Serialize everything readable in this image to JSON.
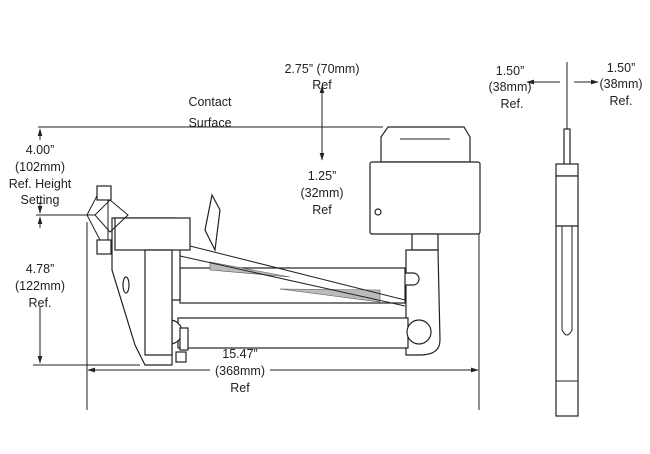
{
  "contact_surface": {
    "line1": "Contact",
    "line2": "Surface"
  },
  "dim_height_setting": {
    "value": "4.00”",
    "metric": "(102mm)",
    "note1": "Ref. Height",
    "note2": "Setting"
  },
  "dim_lower_height": {
    "value": "4.78”",
    "metric": "(122mm)",
    "note": "Ref."
  },
  "dim_length": {
    "value": "15.47”",
    "metric": "(368mm)",
    "note": "Ref"
  },
  "dim_travel_up": {
    "value": "2.75” (70mm)",
    "note": "Ref"
  },
  "dim_travel_down": {
    "value": "1.25”",
    "metric": "(32mm)",
    "note": "Ref"
  },
  "dim_side_left": {
    "value": "1.50”",
    "metric": "(38mm)",
    "note": "Ref."
  },
  "dim_side_right": {
    "value": "1.50”",
    "metric": "(38mm)",
    "note": "Ref."
  }
}
